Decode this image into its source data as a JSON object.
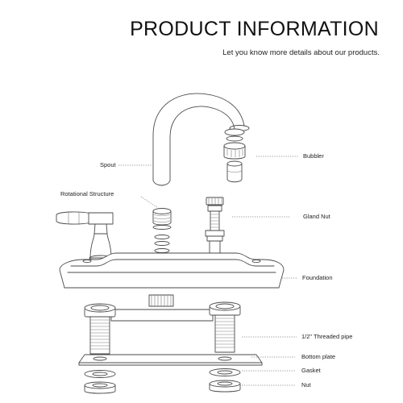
{
  "header": {
    "title": "PRODUCT INFORMATION",
    "subtitle": "Let you know more details about our products."
  },
  "labels": {
    "spout": "Spout",
    "rotational_structure": "Rotational Structure",
    "bubbler": "Bubbler",
    "gland_nut": "Gland Nut",
    "foundation": "Foundation",
    "threaded_pipe": "1/2\" Threaded pipe",
    "bottom_plate": "Bottom plate",
    "gasket": "Gasket",
    "nut": "Nut"
  },
  "colors": {
    "line": "#4a4a4a",
    "text": "#222222",
    "background": "#ffffff"
  }
}
